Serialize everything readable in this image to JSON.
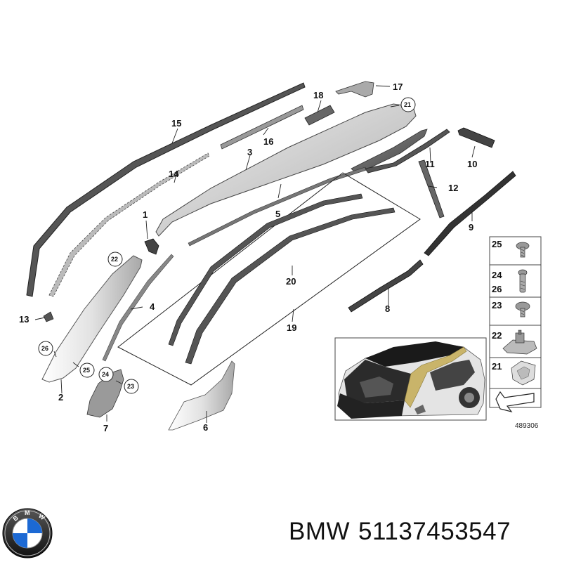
{
  "callouts": {
    "c1": "1",
    "c2": "2",
    "c3": "3",
    "c4": "4",
    "c5": "5",
    "c6": "6",
    "c7": "7",
    "c8": "8",
    "c9": "9",
    "c10": "10",
    "c11": "11",
    "c12": "12",
    "c13": "13",
    "c14": "14",
    "c15": "15",
    "c16": "16",
    "c17": "17",
    "c18": "18",
    "c19": "19",
    "c20": "20",
    "c21": "21",
    "c22": "22",
    "c23": "23",
    "c24": "24",
    "c25": "25",
    "c26": "26"
  },
  "legend": {
    "r25": "25",
    "r24": "24",
    "r26": "26",
    "r23": "23",
    "r22": "22",
    "r21": "21"
  },
  "diagram_ref": "489306",
  "footer": {
    "brand": "BMW",
    "part_number": "51137453547"
  },
  "logo": {
    "letters": "BMW"
  },
  "colors": {
    "line": "#333333",
    "part_fill": "#d8d8d8",
    "logo_blue": "#1c69d4",
    "car_accent": "#c9b46a"
  }
}
